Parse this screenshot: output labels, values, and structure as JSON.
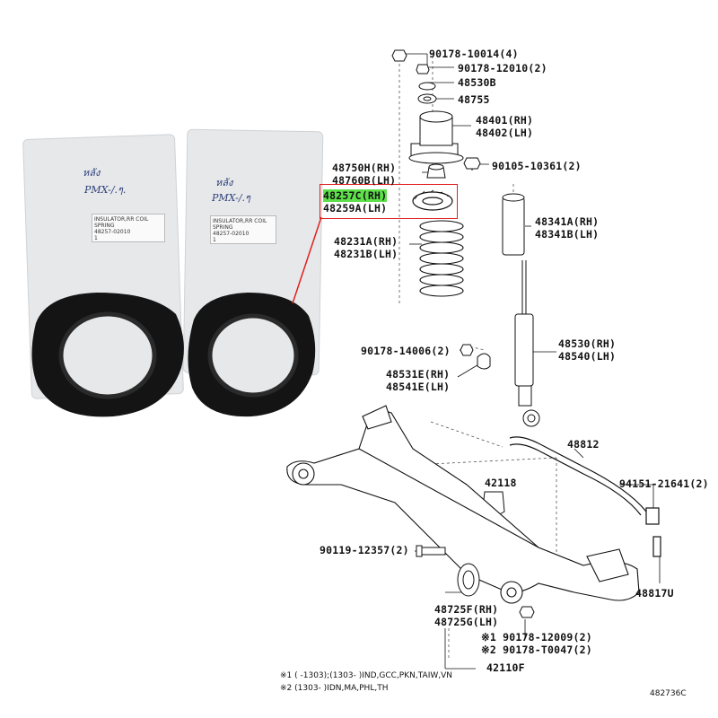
{
  "photo": {
    "hand_left": [
      "หลัง",
      "PMX-/.ๆ."
    ],
    "hand_right": [
      "หลัง",
      "PMX-/.ๆ"
    ],
    "tag_title": "INSULATOR,RR COIL SPRING",
    "tag_part": "48257-02010",
    "tag_qty": "1"
  },
  "labels": {
    "p1": "90178-10014(4)",
    "p2": "90178-12010(2)",
    "p3": "48530B",
    "p4": "48755",
    "p5a": "48401(RH)",
    "p5b": "48402(LH)",
    "p6": "90105-10361(2)",
    "p7a": "48750H(RH)",
    "p7b": "48760B(LH)",
    "p8a": "48257C(RH)",
    "p8b": "48259A(LH)",
    "p9a": "48341A(RH)",
    "p9b": "48341B(LH)",
    "p10a": "48231A(RH)",
    "p10b": "48231B(LH)",
    "p11": "90178-14006(2)",
    "p12a": "48530(RH)",
    "p12b": "48540(LH)",
    "p13a": "48531E(RH)",
    "p13b": "48541E(LH)",
    "p14": "48812",
    "p15": "42118",
    "p16": "94151-21641(2)",
    "p17": "90119-12357(2)",
    "p18": "48817U",
    "p19a": "48725F(RH)",
    "p19b": "48725G(LH)",
    "p20a": "※1 90178-12009(2)",
    "p20b": "※2 90178-T0047(2)",
    "p21": "42110F"
  },
  "notes": {
    "n1": "※1 (       -1303);(1303-       )IND,GCC,PKN,TAIW,VN",
    "n2": "※2 (1303-       )IDN,MA,PHL,TH"
  },
  "figure_code": "482736C",
  "colors": {
    "highlight": "#5ee04a",
    "callout": "#e02020"
  }
}
